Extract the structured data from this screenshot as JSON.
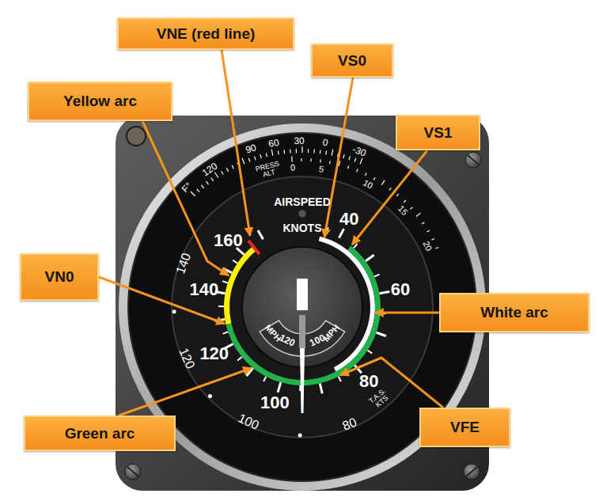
{
  "diagram": {
    "nodes": [
      {
        "text": [
          "VNE (red line)"
        ]
      },
      {
        "text": [
          "VS0"
        ]
      },
      {
        "text": [
          "Yellow arc"
        ]
      },
      {
        "text": [
          "VS1"
        ]
      },
      {
        "text": [
          "VN0"
        ]
      },
      {
        "text": [
          "White arc"
        ]
      },
      {
        "text": [
          "VFE"
        ]
      },
      {
        "text": [
          "Green arc"
        ]
      }
    ],
    "labels": [
      "F°",
      "120",
      "90",
      "60",
      "30",
      "0",
      "-30",
      "PRESS ALT",
      "0",
      "5",
      "10",
      "15",
      "20",
      "AIRSPEED",
      "KNOTS",
      "160",
      "40",
      "140",
      "60",
      "120",
      "80",
      "100",
      "MPH",
      "120",
      "100",
      "MPH",
      "140",
      "120",
      "100",
      "80",
      "T.A.S. KTS"
    ]
  }
}
